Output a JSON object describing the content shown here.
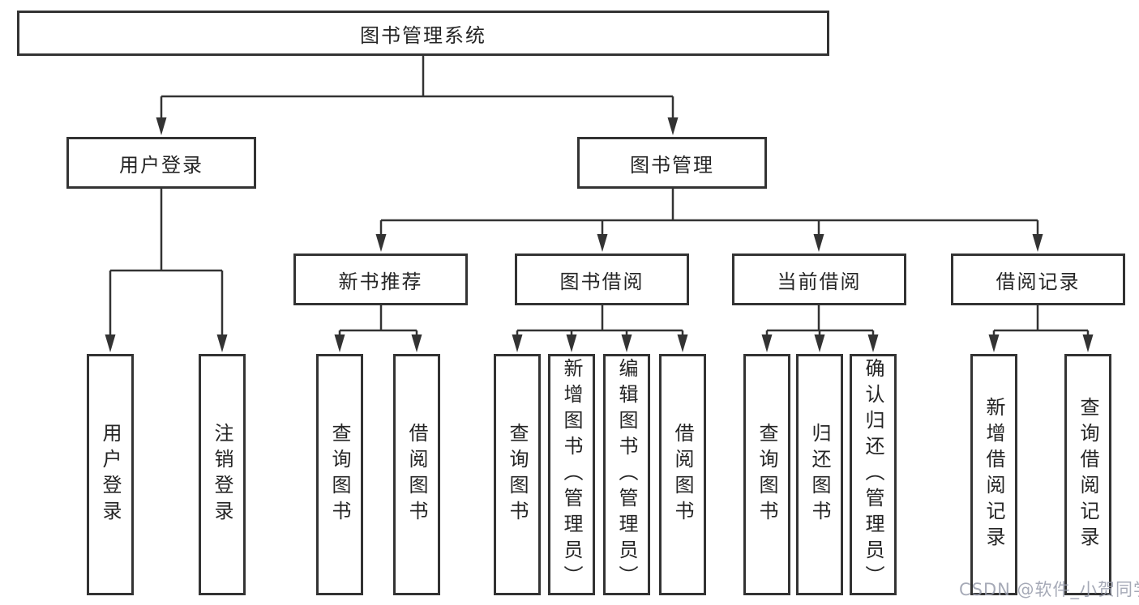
{
  "tree": {
    "root": {
      "label": "图书管理系统"
    },
    "branches": [
      {
        "label": "用户登录",
        "children": [
          {
            "label": "用户登录"
          },
          {
            "label": "注销登录"
          }
        ]
      },
      {
        "label": "图书管理",
        "children": [
          {
            "label": "新书推荐",
            "children": [
              {
                "label": "查询图书"
              },
              {
                "label": "借阅图书"
              }
            ]
          },
          {
            "label": "图书借阅",
            "children": [
              {
                "label": "查询图书"
              },
              {
                "label": "新增图书（管理员）"
              },
              {
                "label": "编辑图书（管理员）"
              },
              {
                "label": "借阅图书"
              }
            ]
          },
          {
            "label": "当前借阅",
            "children": [
              {
                "label": "查询图书"
              },
              {
                "label": "归还图书"
              },
              {
                "label": "确认归还（管理员）"
              }
            ]
          },
          {
            "label": "借阅记录",
            "children": [
              {
                "label": "新增借阅记录"
              },
              {
                "label": "查询借阅记录"
              }
            ]
          }
        ]
      }
    ]
  },
  "colors": {
    "line": "#333333",
    "box_border": "#333333",
    "box_fill": "#ffffff",
    "text": "#252525",
    "watermark": "#9aa0ad"
  },
  "watermark": {
    "text": "CSDN @软件_小贺同学"
  }
}
